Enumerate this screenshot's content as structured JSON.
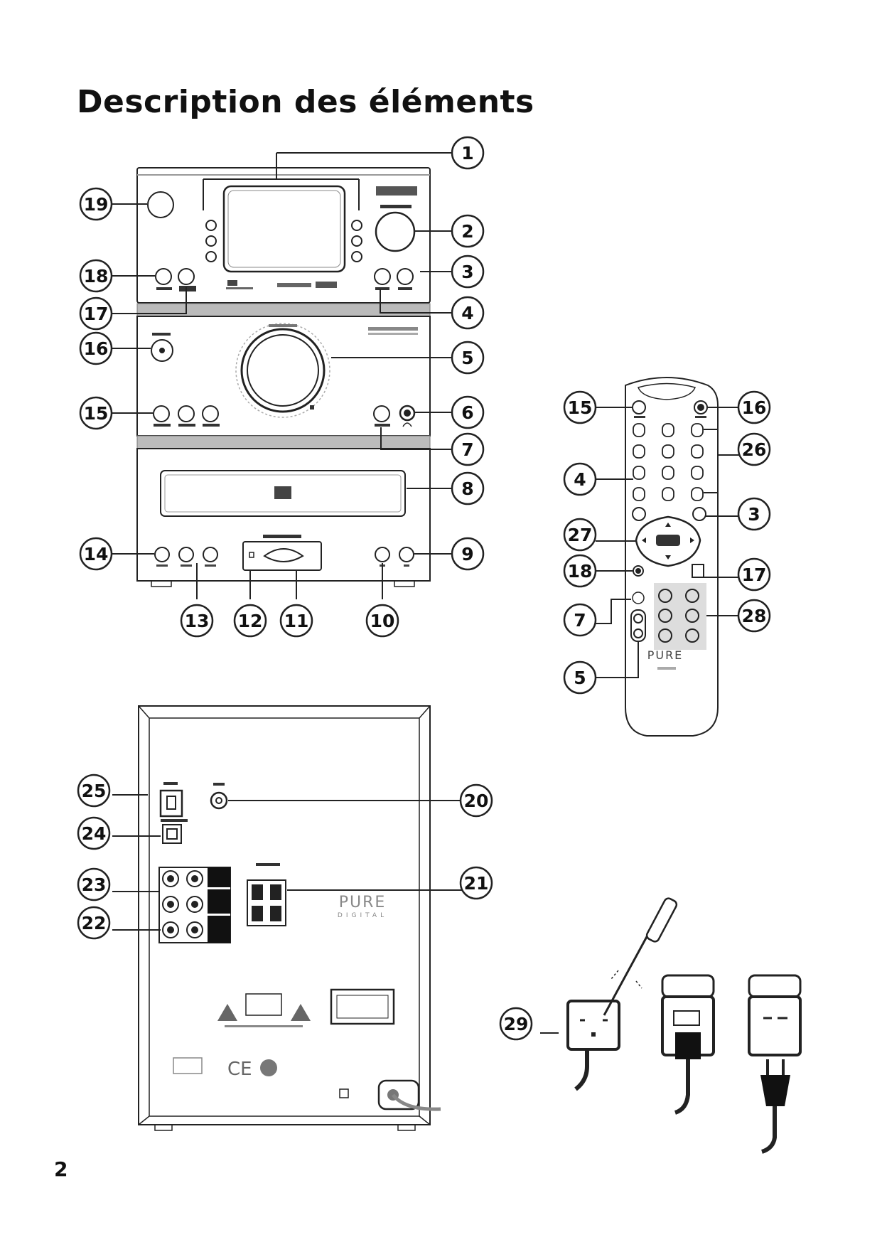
{
  "page": {
    "title": "Description des éléments",
    "page_number": "2"
  },
  "panels": {
    "front_unit": {
      "callouts": [
        "1",
        "2",
        "3",
        "4",
        "5",
        "6",
        "7",
        "8",
        "9",
        "10",
        "11",
        "12",
        "13",
        "14",
        "15",
        "16",
        "17",
        "18",
        "19"
      ]
    },
    "remote_control": {
      "brand": "PURE",
      "callouts": [
        "15",
        "16",
        "26",
        "4",
        "3",
        "27",
        "18",
        "17",
        "7",
        "28",
        "5"
      ]
    },
    "rear_panel": {
      "brand": "PURE",
      "brand_sub": "DIGITAL",
      "callouts": [
        "25",
        "24",
        "23",
        "22",
        "20",
        "21"
      ]
    },
    "power_plugs": {
      "callouts": [
        "29"
      ]
    }
  }
}
